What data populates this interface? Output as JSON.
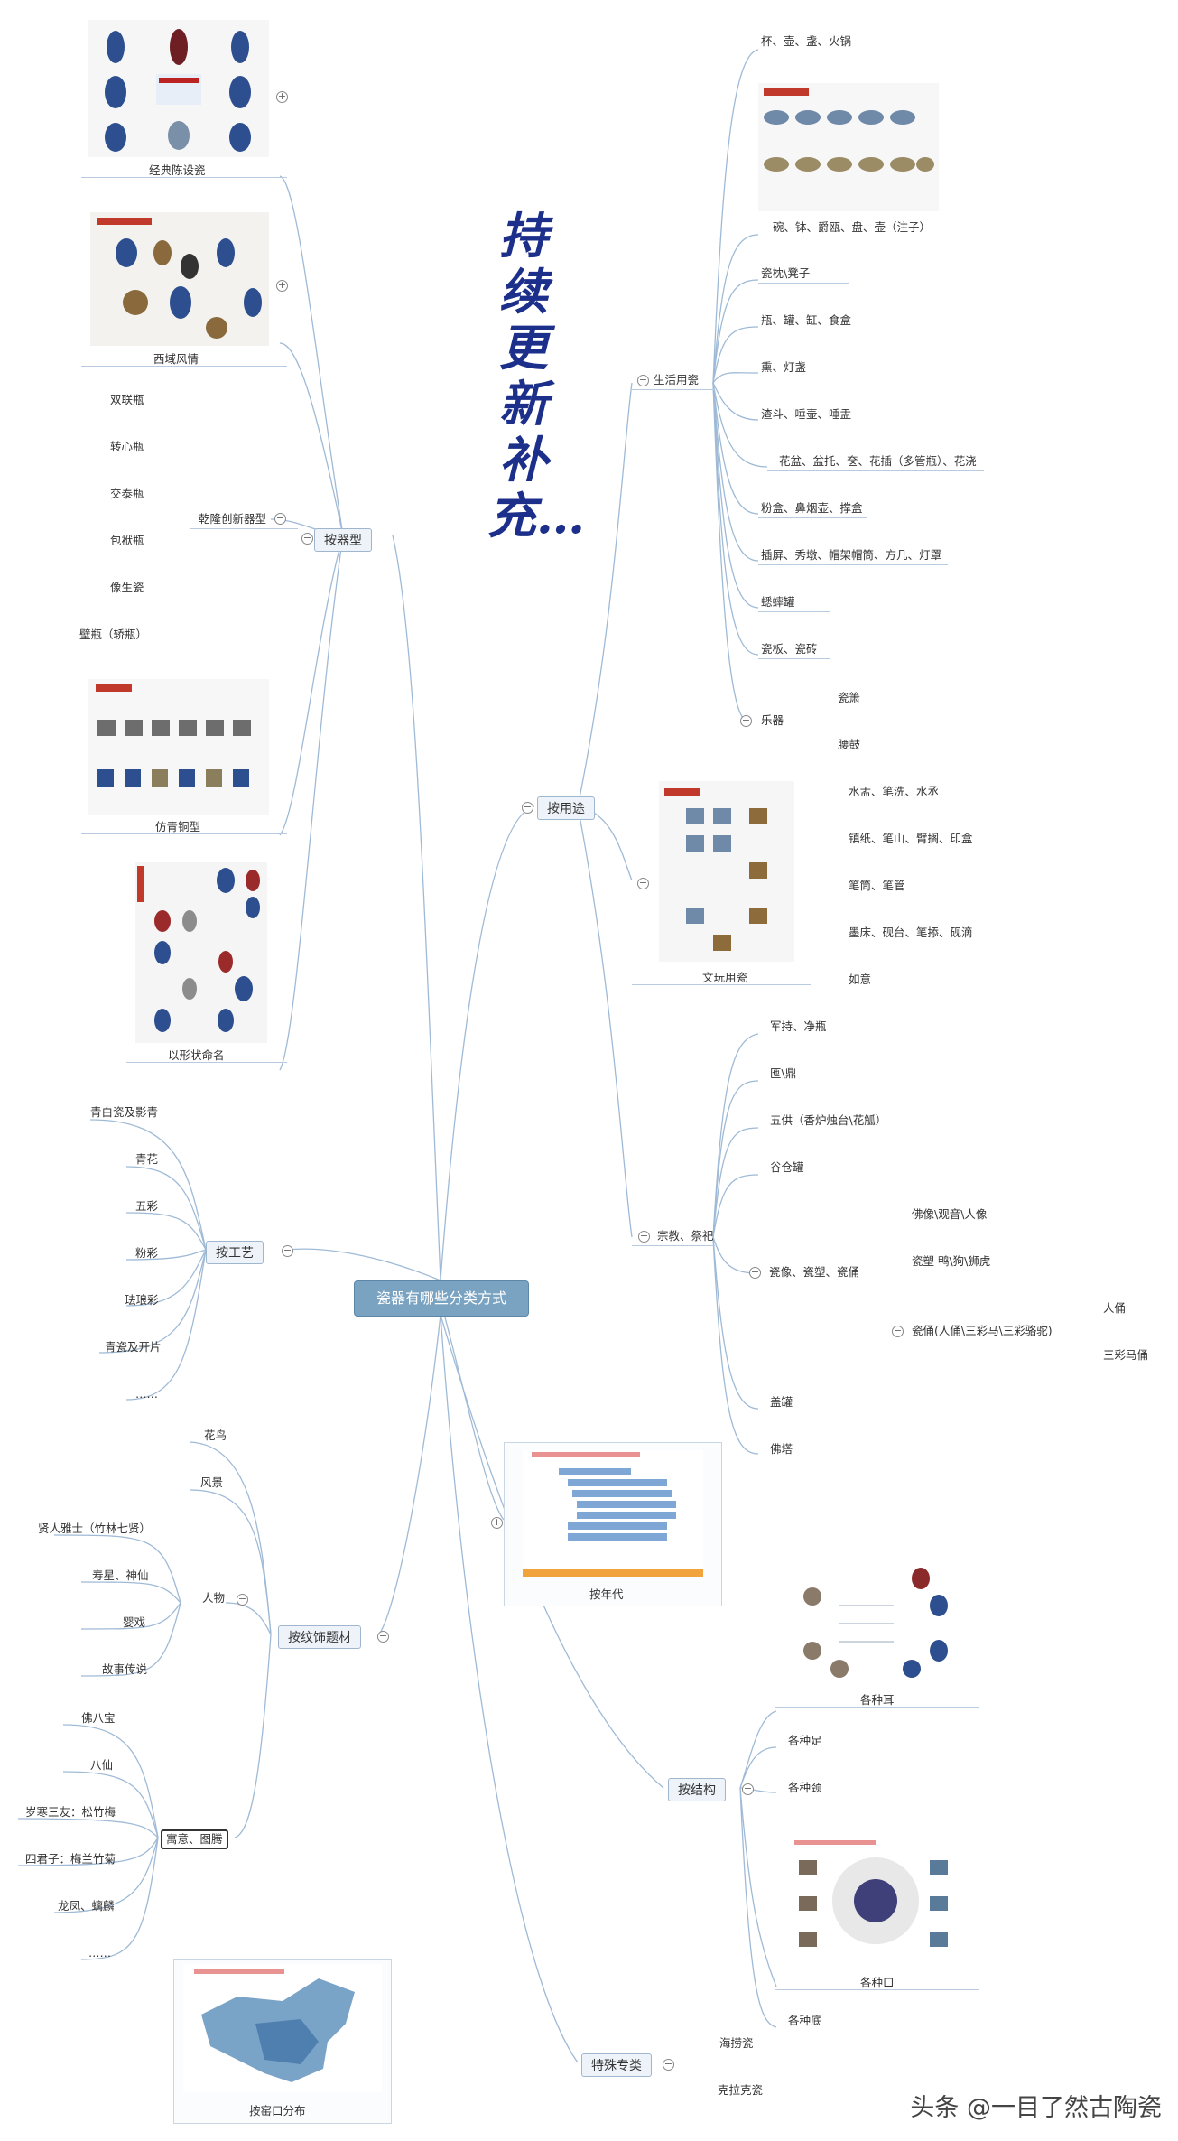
{
  "root": "瓷器有哪些分类方式",
  "vertical_note": "持续更新补充…",
  "watermark": "头条 @一目了然古陶瓷",
  "categories": {
    "by_shape": "按器型",
    "by_use": "按用途",
    "by_craft": "按工艺",
    "by_era": "按年代",
    "by_motif": "按纹饰题材",
    "by_structure": "按结构",
    "special": "特殊专类",
    "kiln_map": "按窑口分布"
  },
  "shape": {
    "classic": "经典陈设瓷",
    "western": "西域风情",
    "qianlong": "乾隆创新器型",
    "qianlong_items": [
      "双联瓶",
      "转心瓶",
      "交泰瓶",
      "包袱瓶",
      "像生瓷",
      "壁瓶（轿瓶）"
    ],
    "bronze": "仿青铜型",
    "naming": "以形状命名"
  },
  "use": {
    "life": "生活用瓷",
    "life_items": [
      "杯、壶、盏、火锅",
      "碗、钵、爵瓯、盘、壶（注子）",
      "瓷枕\\凳子",
      "瓶、罐、缸、食盒",
      "熏、灯盏",
      "渣斗、唾壶、唾盂",
      "花盆、盆托、奁、花插（多管瓶）、花浇",
      "粉盒、鼻烟壶、撑盒",
      "插屏、秀墩、帽架帽筒、方几、灯罩",
      "蟋蟀罐",
      "瓷板、瓷砖"
    ],
    "music": "乐器",
    "music_items": [
      "瓷箫",
      "腰鼓"
    ],
    "study": "文玩用瓷",
    "study_items": [
      "水盂、笔洗、水丞",
      "镇纸、笔山、臂搁、印盒",
      "笔筒、笔管",
      "墨床、砚台、笔掭、砚滴",
      "如意"
    ],
    "religion": "宗教、祭祀",
    "religion_items": [
      "军持、净瓶",
      "匜\\鼎",
      "五供（香炉烛台\\花觚）",
      "谷仓罐"
    ],
    "figure": "瓷像、瓷塑、瓷俑",
    "figure_items": [
      "佛像\\观音\\人像",
      "瓷塑 鸭\\狗\\狮虎"
    ],
    "yong": "瓷俑(人俑\\三彩马\\三彩骆驼)",
    "yong_items": [
      "人俑",
      "三彩马俑"
    ],
    "tail_items": [
      "盖罐",
      "佛塔"
    ]
  },
  "craft_items": [
    "青白瓷及影青",
    "青花",
    "五彩",
    "粉彩",
    "珐琅彩",
    "青瓷及开片",
    "……"
  ],
  "era_caption": "按年代",
  "motif": {
    "top_items": [
      "花鸟",
      "风景"
    ],
    "people": "人物",
    "people_items": [
      "贤人雅士（竹林七贤）",
      "寿星、神仙",
      "婴戏",
      "故事传说"
    ],
    "symbol": "寓意、图腾",
    "symbol_items": [
      "佛八宝",
      "八仙",
      "岁寒三友：松竹梅",
      "四君子：梅兰竹菊",
      "龙凤、螭麟",
      "……"
    ]
  },
  "structure": {
    "ears": "各种耳",
    "items": [
      "各种足",
      "各种颈"
    ],
    "mouths": "各种口",
    "bases": "各种底"
  },
  "special_items": [
    "海捞瓷",
    "克拉克瓷"
  ]
}
